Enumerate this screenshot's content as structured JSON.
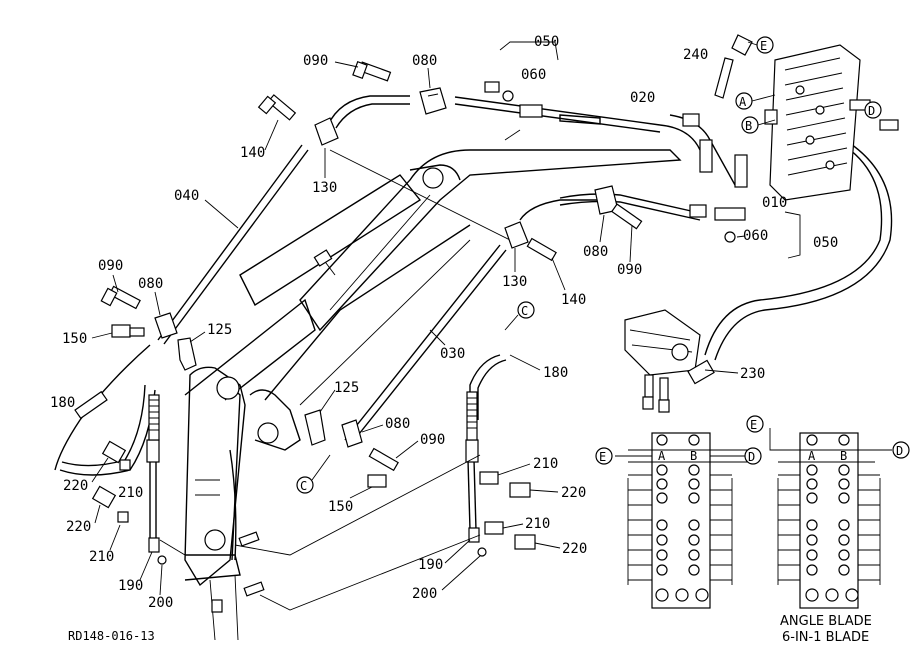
{
  "drawing_id": "RD148-016-13",
  "captions": {
    "line1": "ANGLE BLADE",
    "line2": "6-IN-1 BLADE"
  },
  "callouts": {
    "c090a": "090",
    "c080a": "080",
    "c050a": "050",
    "c060a": "060",
    "c020": "020",
    "c240": "240",
    "c140a": "140",
    "c130a": "130",
    "c040": "040",
    "c090b": "090",
    "c080b": "080",
    "c150a": "150",
    "c125a": "125",
    "c180a": "180",
    "c220a": "220",
    "c210a": "210",
    "c220b": "220",
    "c210b": "210",
    "c190a": "190",
    "c200a": "200",
    "c010": "010",
    "c060b": "060",
    "c050b": "050",
    "c080c": "080",
    "c090c": "090",
    "c130b": "130",
    "c140b": "140",
    "c030": "030",
    "c180b": "180",
    "c125b": "125",
    "c080d": "080",
    "c090d": "090",
    "c150b": "150",
    "c210c": "210",
    "c220c": "220",
    "c210d": "210",
    "c220d": "220",
    "c190b": "190",
    "c200b": "200",
    "c230": "230"
  },
  "port_letters": {
    "A": "A",
    "B": "B",
    "C": "C",
    "D": "D",
    "E": "E"
  }
}
